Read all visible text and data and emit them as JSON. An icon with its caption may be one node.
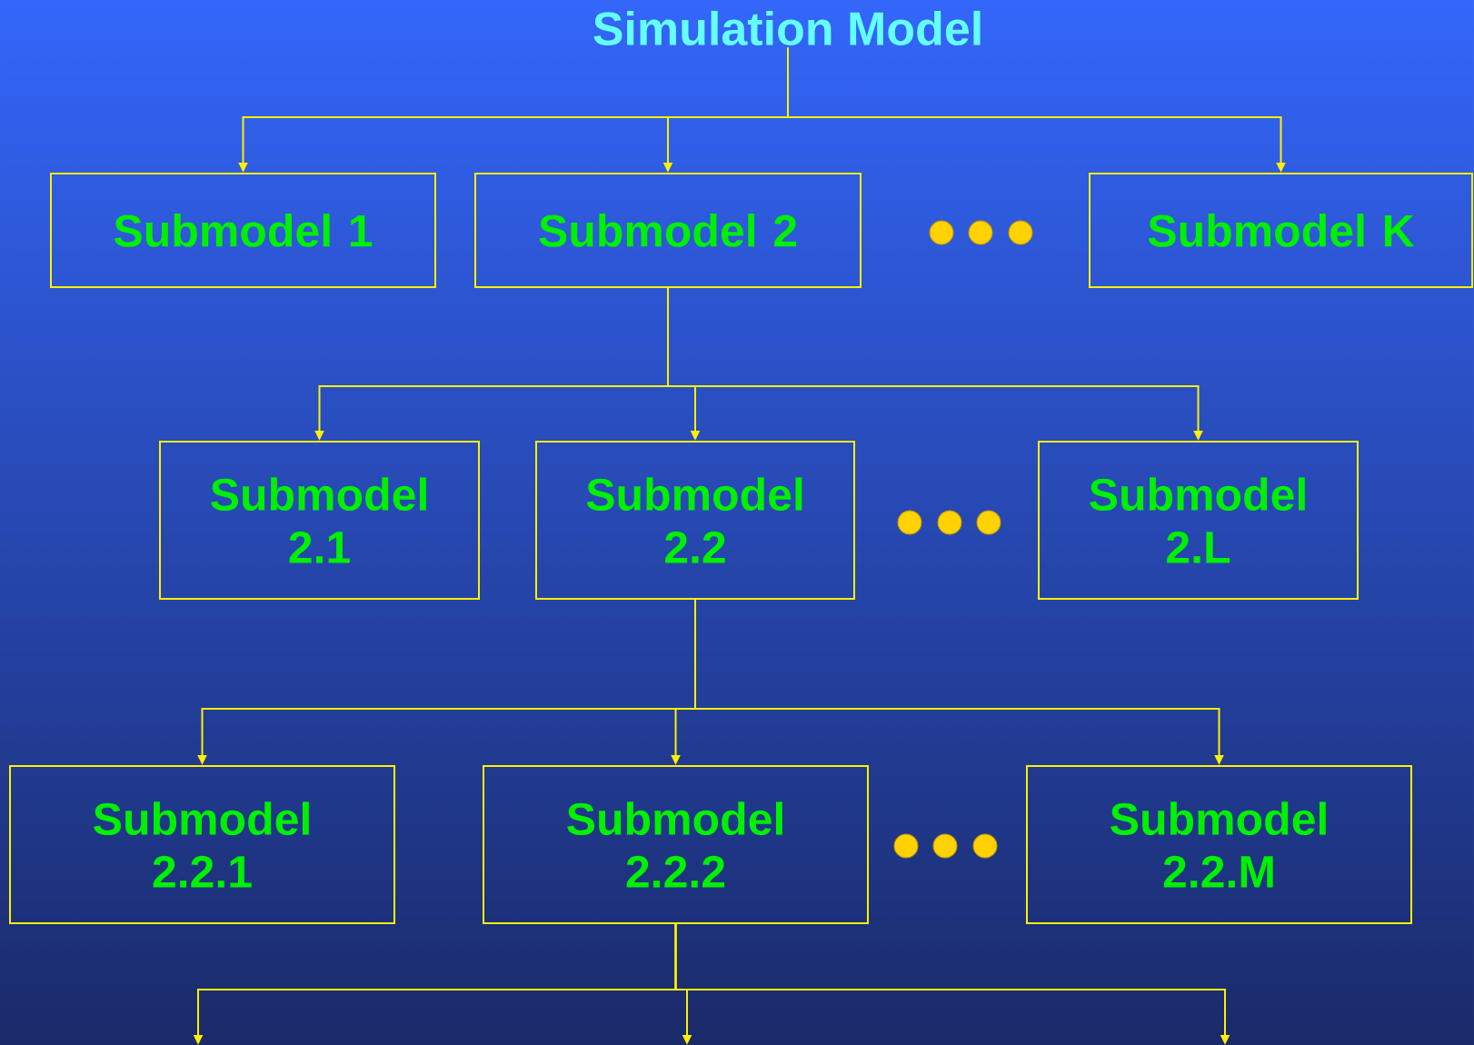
{
  "diagram": {
    "nodes": [
      {
        "text": [
          "Simulation Model"
        ]
      },
      {
        "text": [
          "Submodel 1"
        ]
      },
      {
        "text": [
          "Submodel 2"
        ]
      },
      {
        "text": [
          "Submodel K"
        ]
      },
      {
        "text": [
          "Submodel 2.1"
        ]
      },
      {
        "text": [
          "Submodel 2.2"
        ]
      },
      {
        "text": [
          "Submodel 2.L"
        ]
      },
      {
        "text": [
          "Submodel 2.2.1"
        ]
      },
      {
        "text": [
          "Submodel 2.2.2"
        ]
      },
      {
        "text": [
          "Submodel 2.2.M"
        ]
      }
    ],
    "edges": [
      {
        "from": 0,
        "to": 1,
        "arrow": "to"
      },
      {
        "from": 0,
        "to": 2,
        "arrow": "to"
      },
      {
        "from": 0,
        "to": 3,
        "arrow": "to"
      },
      {
        "from": 2,
        "to": 4,
        "arrow": "to"
      },
      {
        "from": 2,
        "to": 5,
        "arrow": "to"
      },
      {
        "from": 2,
        "to": 6,
        "arrow": "to"
      },
      {
        "from": 5,
        "to": 7,
        "arrow": "to"
      },
      {
        "from": 5,
        "to": 8,
        "arrow": "to"
      },
      {
        "from": 5,
        "to": 9,
        "arrow": "to"
      },
      {
        "from": 8,
        "to": null,
        "arrow": "to"
      },
      {
        "from": 8,
        "to": null,
        "arrow": "to"
      },
      {
        "from": 8,
        "to": null,
        "arrow": "to"
      }
    ]
  }
}
